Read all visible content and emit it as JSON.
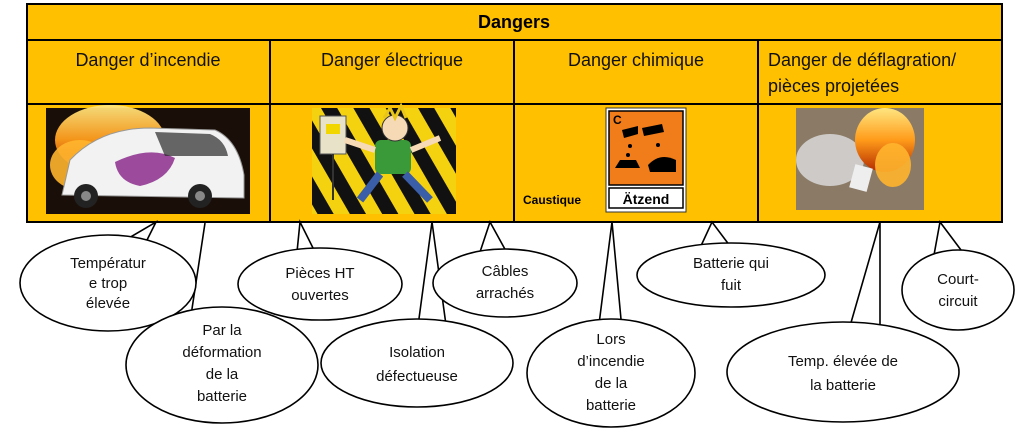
{
  "table": {
    "title": "Dangers",
    "columns": [
      {
        "lines": [
          "Danger d’incendie"
        ]
      },
      {
        "lines": [
          "Danger électrique"
        ]
      },
      {
        "lines": [
          "Danger chimique"
        ]
      },
      {
        "lines": [
          "Danger de déflagration/",
          "pièces projetées"
        ]
      }
    ],
    "chemical_caption": "Caustique",
    "sign_label": "Ätzend",
    "sign_letter": "C"
  },
  "bubbles": {
    "b1": [
      "Températur",
      "e trop",
      "élevée"
    ],
    "b2": [
      "Par la",
      "déformation",
      "de la",
      "batterie"
    ],
    "b3": [
      "Pièces HT",
      "ouvertes"
    ],
    "b4": [
      "Isolation",
      "défectueuse"
    ],
    "b5": [
      "Câbles",
      "arrachés"
    ],
    "b6": [
      "Lors",
      "d’incendie",
      "de la",
      "batterie"
    ],
    "b7": [
      "Batterie qui",
      "fuit"
    ],
    "b8": [
      "Temp. élevée de",
      "la batterie"
    ],
    "b9": [
      "Court-",
      "circuit"
    ]
  },
  "colors": {
    "table_fill": "#FFC000",
    "border": "#000000",
    "bubble_fill": "#FFFFFF",
    "sign_orange": "#F07D1A"
  }
}
